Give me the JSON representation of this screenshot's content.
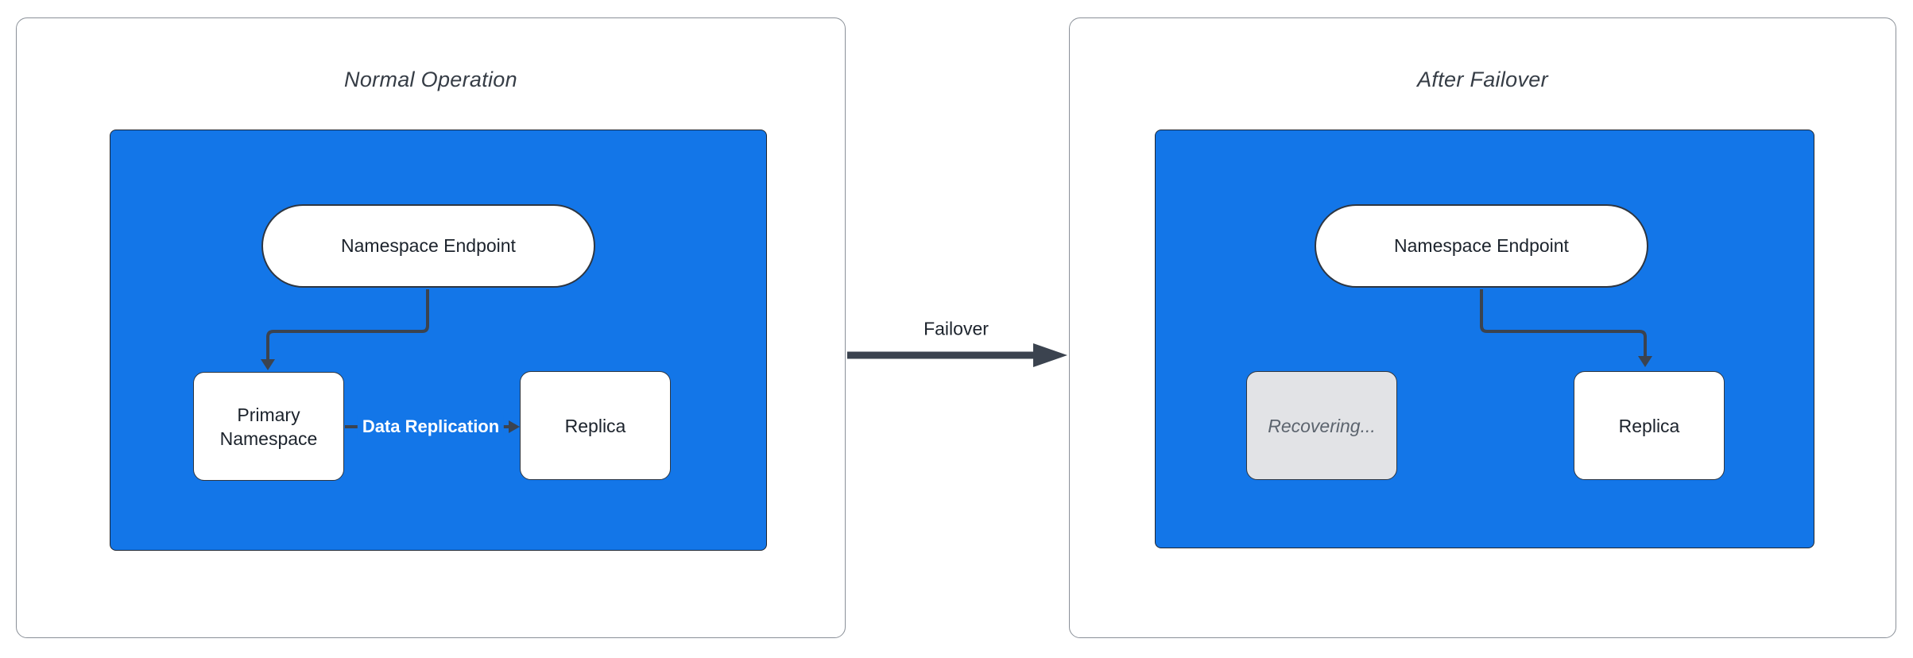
{
  "colors": {
    "blue": "#1376E8",
    "arrow": "#3B434F",
    "panel_border": "#8A9098",
    "node_border": "#2E3641",
    "text_dark": "#1C232C",
    "title_text": "#363D46",
    "recovering_bg": "#E2E3E6",
    "recovering_text": "#5C646E",
    "edge_label_text": "#FFFFFF",
    "canvas_bg": "#FFFFFF"
  },
  "panels": {
    "normal": {
      "title": "Normal Operation",
      "endpoint_label": "Namespace Endpoint",
      "primary_label": "Primary Namespace",
      "replica_label": "Replica",
      "replication_label": "Data Replication"
    },
    "after": {
      "title": "After Failover",
      "endpoint_label": "Namespace Endpoint",
      "recovering_label": "Recovering...",
      "replica_label": "Replica"
    }
  },
  "transition": {
    "label": "Failover"
  }
}
